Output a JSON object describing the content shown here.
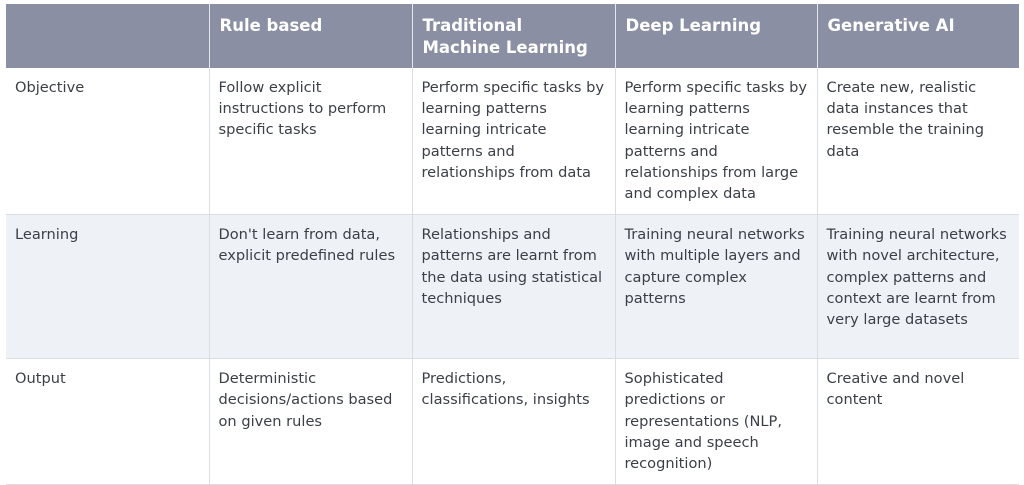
{
  "table": {
    "headers": [
      "",
      "Rule based",
      "Traditional Machine Learning",
      "Deep Learning",
      "Generative AI"
    ],
    "rows": [
      {
        "label": "Objective",
        "cells": [
          "Follow explicit instructions to perform specific tasks",
          "Perform specific tasks by learning patterns learning intricate patterns and relationships from data",
          "Perform specific tasks by learning patterns learning intricate patterns and relationships from large and complex data",
          "Create new, realistic data instances that resemble the training data"
        ]
      },
      {
        "label": "Learning",
        "cells": [
          "Don't learn from data, explicit predefined rules",
          "Relationships and patterns are learnt from the data using statistical techniques",
          "Training neural networks with multiple layers and capture complex patterns",
          "Training neural networks with novel architecture, complex patterns and context are learnt from very large datasets"
        ]
      },
      {
        "label": "Output",
        "cells": [
          "Deterministic decisions/actions based on given rules",
          "Predictions, classifications, insights",
          "Sophisticated predictions or representations (NLP, image and speech recognition)",
          "Creative and novel content"
        ]
      }
    ]
  },
  "colors": {
    "header_bg": "#8a8fa3",
    "header_text": "#ffffff",
    "alt_row_bg": "#eef1f6",
    "body_text": "#3b3f48",
    "border": "#d9dde4"
  }
}
